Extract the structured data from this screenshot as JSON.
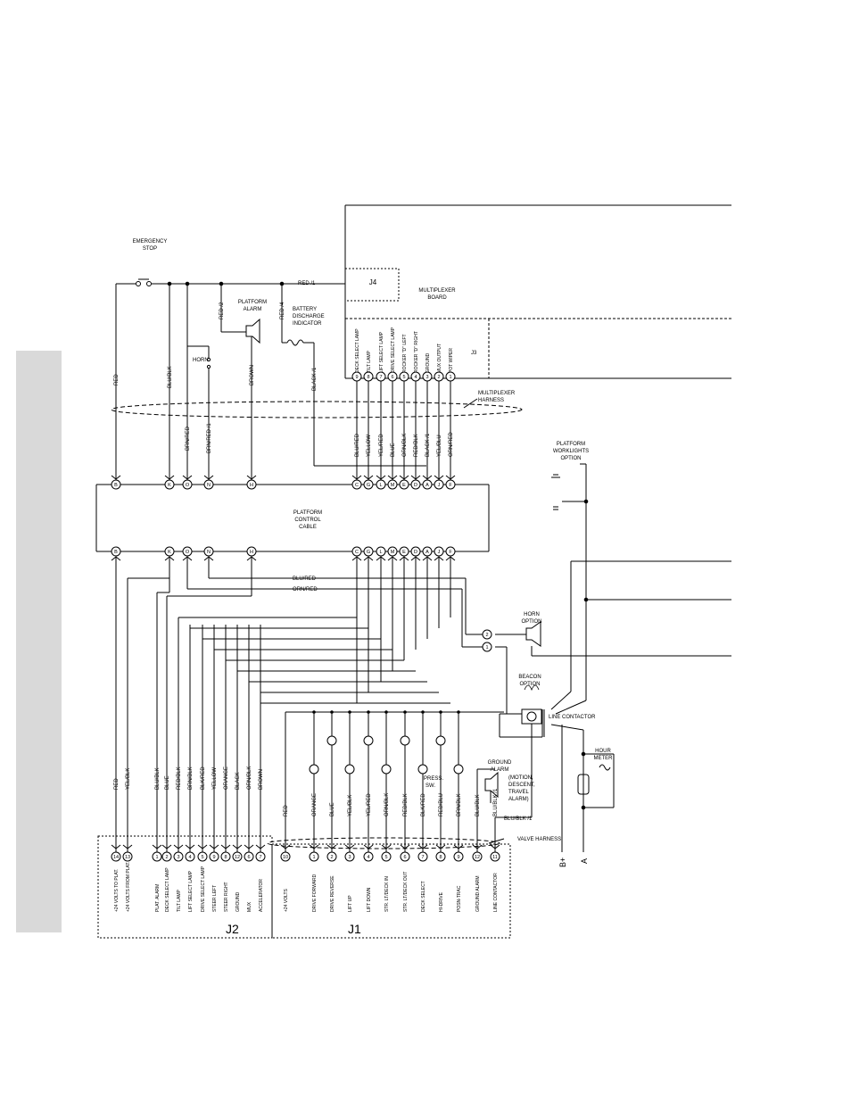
{
  "labels": {
    "emergency_stop": [
      "EMERGENCY",
      "STOP"
    ],
    "platform_alarm": [
      "PLATFORM",
      "ALARM"
    ],
    "battery_indicator": [
      "BATTERY",
      "DISCHARGE",
      "INDICATOR"
    ],
    "horn": "HORN",
    "multiplexer_board": [
      "MULTIPLEXER",
      "BOARD"
    ],
    "j4": "J4",
    "j3": "J3",
    "multiplexer_harness": [
      "MULTIPLEXER",
      "HARNESS"
    ],
    "platform_control_cable": [
      "PLATFORM",
      "CONTROL",
      "CABLE"
    ],
    "worklights": [
      "PLATFORM",
      "WORKLIGHTS",
      "OPTION"
    ],
    "horn_option": [
      "HORN",
      "OPTION"
    ],
    "beacon_option": [
      "BEACON",
      "OPTION"
    ],
    "line_contactor": "LINE CONTACTOR",
    "hour_meter": [
      "HOUR",
      "METER"
    ],
    "ground_alarm": [
      "GROUND",
      "ALARM"
    ],
    "ground_alarm_note": [
      "(MOTION,",
      "DESCENT,",
      "TRAVEL",
      "ALARM)"
    ],
    "press_pk": [
      "PRESS.",
      "SW."
    ],
    "valve_harness": "VALVE HARNESS",
    "j2": "J2",
    "j1": "J1",
    "b_plus": "B+",
    "a": "A"
  },
  "top_wires": {
    "red1": "RED /1",
    "red2": "RED /2",
    "red4": "RED /4",
    "red": "RED",
    "blublk": "BLU/BLK",
    "brown": "BROWN",
    "black1": "BLACK /1",
    "brnred": "BRN/RED",
    "brnred1": "BRN/RED /1"
  },
  "j3_pins": [
    {
      "num": "9",
      "name": "DECK SELECT LAMP",
      "wire": "BLU/RED",
      "letter": "C"
    },
    {
      "num": "8",
      "name": "TILT LAMP",
      "wire": "YELLOW",
      "letter": "G"
    },
    {
      "num": "7",
      "name": "LIFT SELECT LAMP",
      "wire": "YEL/RED",
      "letter": "L"
    },
    {
      "num": "6",
      "name": "DRIVE SELECT LAMP",
      "wire": "BLUE",
      "letter": "M"
    },
    {
      "num": "5",
      "name": "ROCKER \"D\" LEFT",
      "wire": "ORN/BLK",
      "letter": "E"
    },
    {
      "num": "4",
      "name": "ROCKER \"D\" RIGHT",
      "wire": "RED/BLK",
      "letter": "D"
    },
    {
      "num": "3",
      "name": "GROUND",
      "wire": "BLACK /1",
      "letter": "A"
    },
    {
      "num": "2",
      "name": "MUX OUTPUT",
      "wire": "YEL/BLU",
      "letter": "J"
    },
    {
      "num": "1",
      "name": "POT WIPER",
      "wire": "ORN/RED",
      "letter": "F"
    }
  ],
  "left_connectors": [
    "B",
    "K",
    "O",
    "N",
    "H"
  ],
  "mid_wires": {
    "blured": "BLU/RED",
    "ornred": "ORN/RED"
  },
  "horn_pins": [
    "2",
    "1"
  ],
  "j2_pins": [
    {
      "num": "14",
      "wire": "RED",
      "name": "+24 VOLTS TO PLAT."
    },
    {
      "num": "13",
      "wire": "YEL/BLK",
      "name": "+24 VOLTS FROM PLAT."
    },
    {
      "num": "1",
      "wire": "BLU/BLK",
      "name": "PLAT. ALARM"
    },
    {
      "num": "2",
      "wire": "BLUE",
      "name": "DECK SELECT LAMP"
    },
    {
      "num": "3",
      "wire": "RED/BLK",
      "name": "TILT LAMP"
    },
    {
      "num": "4",
      "wire": "BRN/BLK",
      "name": "LIFT SELECT LAMP"
    },
    {
      "num": "5",
      "wire": "BLK/RED",
      "name": "DRIVE SELECT LAMP"
    },
    {
      "num": "9",
      "wire": "YELLOW",
      "name": "STEER LEFT"
    },
    {
      "num": "8",
      "wire": "ORANGE",
      "name": "STEER RIGHT"
    },
    {
      "num": "12",
      "wire": "BLACK",
      "name": "GROUND"
    },
    {
      "num": "6",
      "wire": "ORN/BLK",
      "name": "MUX"
    },
    {
      "num": "7",
      "wire": "BROWN",
      "name": "ACCELERATOR"
    }
  ],
  "j1_pins": [
    {
      "num": "10",
      "wire": "RED",
      "name": "+24 VOLTS"
    },
    {
      "num": "1",
      "wire": "ORANGE",
      "name": "DRIVE FORWARD"
    },
    {
      "num": "2",
      "wire": "BLUE",
      "name": "DRIVE REVERSE"
    },
    {
      "num": "3",
      "wire": "YEL/BLK",
      "name": "LIFT UP"
    },
    {
      "num": "4",
      "wire": "YEL/RED",
      "name": "LIFT DOWN"
    },
    {
      "num": "5",
      "wire": "ORN/BLK",
      "name": "STR. LT/DECK IN"
    },
    {
      "num": "6",
      "wire": "RED/BLK",
      "name": "STR. LT/DECK OUT"
    },
    {
      "num": "7",
      "wire": "BLK/RED",
      "name": "DECK SELECT"
    },
    {
      "num": "8",
      "wire": "RED/BLU",
      "name": "HI-DRIVE"
    },
    {
      "num": "9",
      "wire": "BRN/BLK",
      "name": "POSN-TRAC"
    },
    {
      "num": "12",
      "wire": "BLU/BLK",
      "name": "GROUND ALARM"
    },
    {
      "num": "11",
      "wire": "BLU/BLK /1",
      "name": "LINE CONTACTOR"
    }
  ]
}
